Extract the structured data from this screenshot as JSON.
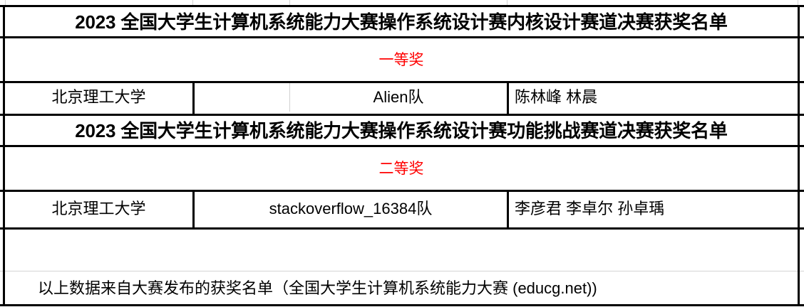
{
  "document": {
    "type": "spreadsheet-award-list",
    "accent_red": "#FF0000",
    "border_color": "#000000",
    "gridline_color": "#D4D4D4",
    "background": "#FFFFFF"
  },
  "sections": [
    {
      "title": "2023 全国大学生计算机系统能力大赛操作系统设计赛内核设计赛道决赛获奖名单",
      "award_label": "一等奖",
      "rows": [
        {
          "school": "北京理工大学",
          "blank": "",
          "team": "Alien队",
          "members": "陈林峰 林晨"
        }
      ]
    },
    {
      "title": "2023 全国大学生计算机系统能力大赛操作系统设计赛功能挑战赛道决赛获奖名单",
      "award_label": "二等奖",
      "rows": [
        {
          "school": "北京理工大学",
          "team": "stackoverflow_16384队",
          "members": "李彦君 李卓尔 孙卓瑀"
        }
      ]
    }
  ],
  "footer": {
    "note": "以上数据来自大赛发布的获奖名单（全国大学生计算机系统能力大赛 (educg.net))"
  }
}
